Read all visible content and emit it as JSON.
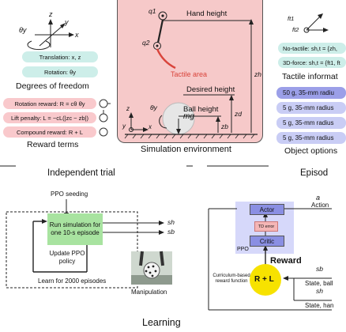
{
  "top": {
    "dof": {
      "title": "Degrees of freedom",
      "axes": {
        "theta": "θy",
        "y": "y",
        "z": "z",
        "x": "x"
      },
      "translation": "Translation: x, z",
      "rotation": "Rotation: θy"
    },
    "rewards": {
      "title": "Reward terms",
      "rotation": "Rotation reward: R = cθ θ̇y",
      "lift": "Lift penalty: L = −cL(|zc − zb|)",
      "compound": "Compound reward: R + L"
    },
    "sim": {
      "title": "Simulation environment",
      "hand_height": "Hand height",
      "tactile_area": "Tactile area",
      "desired_height": "Desired height",
      "ball_height": "Ball height",
      "mg": "mg",
      "q1": "q1",
      "q2": "q2",
      "theta_y": "θy",
      "zh": "zh",
      "zd": "zd",
      "zb": "zb",
      "axes": {
        "z": "z",
        "y": "y",
        "x": "x"
      }
    },
    "tactile": {
      "title": "Tactile informat",
      "f1": "ft1",
      "f2": "ft2",
      "no_tactile": "No-tactile: sh,t = {zh,",
      "force3d": "3D-force: sh,t = {ft1, ft"
    },
    "objects": {
      "title": "Object options",
      "items": [
        "50 g, 35-mm radiu",
        "5 g, 35-mm radius",
        "5 g, 35-mm radius",
        "5 g, 35-mm radius"
      ]
    }
  },
  "bottom": {
    "independent": {
      "title": "Independent trial",
      "ppo_seeding": "PPO seeding",
      "run_sim": "Run simulation for one 10-s episode",
      "update": "Update PPO policy",
      "learn": "Learn for 2000 episodes",
      "manipulation": "Manipulation",
      "sh": "sh",
      "sb": "sb"
    },
    "episode": {
      "title": "Episod",
      "a": "a",
      "action": "Action",
      "actor": "Actor",
      "td_error": "TD error",
      "critic": "Critic",
      "ppo": "PPO",
      "reward": "Reward",
      "curriculum": "Curriculum-based reward function",
      "rl": "R + L",
      "sb": "sb",
      "state_ball": "State, ball",
      "sh": "sh",
      "state_hand": "State, han"
    },
    "learning": "Learning"
  },
  "colors": {
    "sim_bg": "#f6c9c9",
    "ppo_bg": "#d6d8fa",
    "run_bg": "#a8e3a0",
    "rl_circle": "#f7e200",
    "tactile_red": "#d9443b"
  }
}
